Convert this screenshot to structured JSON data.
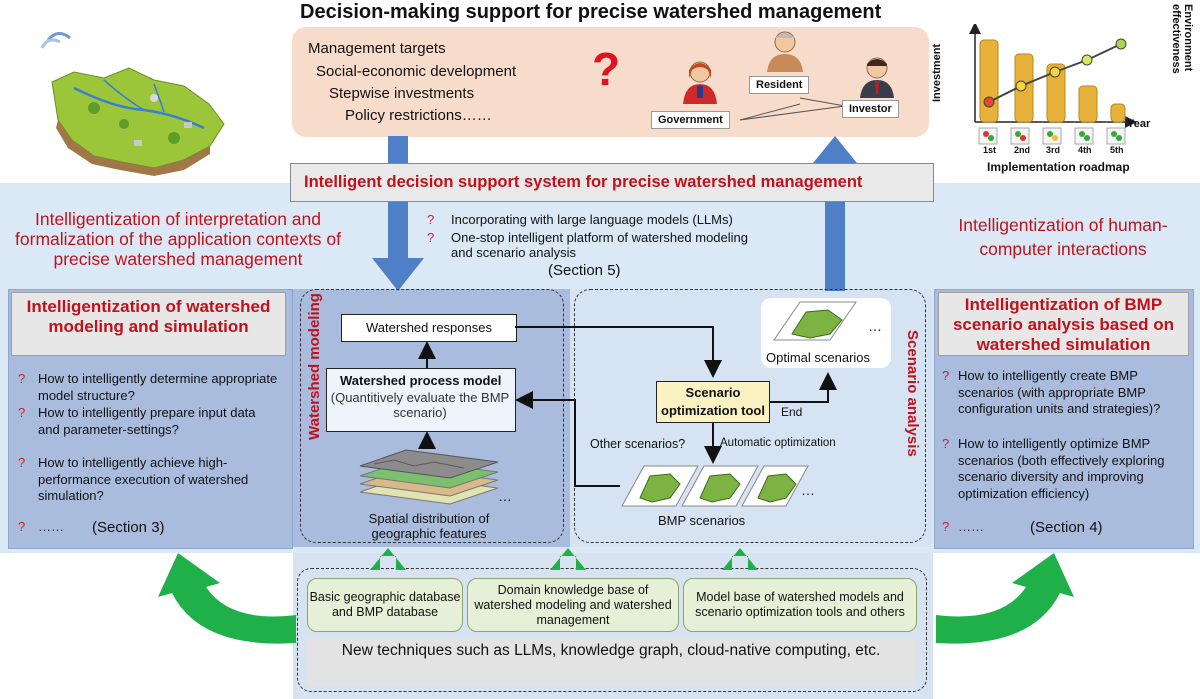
{
  "header": {
    "title": "Decision-making support for precise watershed management",
    "targets": [
      "Management targets",
      "Social-economic development",
      "Stepwise investments",
      "Policy restrictions……"
    ],
    "question_mark": "?",
    "stakeholders": {
      "resident": "Resident",
      "government": "Government",
      "investor": "Investor"
    }
  },
  "roadmap": {
    "y_left": "Investment",
    "y_right": "Environment effectiveness",
    "x_axis": "Year",
    "caption": "Implementation roadmap",
    "steps": [
      "1st",
      "2nd",
      "3rd",
      "4th",
      "5th"
    ]
  },
  "system": {
    "title": "Intelligent decision support system for precise watershed management",
    "left_caption": "Intelligentization of interpretation and formalization of the application contexts of precise watershed management",
    "right_caption": "Intelligentization of human-computer interactions",
    "bullets": [
      "Incorporating with large language models (LLMs)",
      "One-stop intelligent platform of watershed modeling and scenario analysis"
    ],
    "section": "(Section 5)"
  },
  "left_panel": {
    "title": "Intelligentization of watershed modeling and simulation",
    "questions": [
      "How to intelligently determine appropriate model structure?",
      "How to intelligently prepare input data and parameter-settings?",
      "How to intelligently achieve high-performance execution of watershed simulation?",
      "……"
    ],
    "section": "(Section 3)"
  },
  "right_panel": {
    "title": "Intelligentization of BMP scenario analysis based on watershed simulation",
    "questions": [
      "How to intelligently create BMP scenarios (with appropriate BMP configuration units and strategies)?",
      "How to intelligently optimize BMP scenarios (both effectively exploring scenario diversity and improving optimization efficiency)",
      "……"
    ],
    "section": "(Section 4)"
  },
  "modeling": {
    "side_label": "Watershed modeling",
    "responses": "Watershed responses",
    "process_model": "Watershed process model",
    "process_model_sub": "(Quantitively evaluate the BMP scenario)",
    "spatial": "Spatial distribution of geographic features",
    "ellipsis": "…"
  },
  "scenario": {
    "side_label": "Scenario analysis",
    "tool": "Scenario optimization tool",
    "optimal": "Optimal scenarios",
    "end": "End",
    "other": "Other scenarios?",
    "auto": "Automatic optimization",
    "bmp": "BMP scenarios",
    "ellipsis": "…"
  },
  "foundation": {
    "bases": [
      "Basic geographic database and BMP database",
      "Domain knowledge base of watershed modeling and watershed management",
      "Model base of watershed models and scenario optimization tools and others"
    ],
    "techniques": "New techniques such as LLMs, knowledge graph, cloud-native computing, etc."
  },
  "colors": {
    "title_red": "#c0121c",
    "arrow_blue": "#4f7fc7",
    "arrow_green": "#1fb04a",
    "band": "#dbe8f6"
  }
}
